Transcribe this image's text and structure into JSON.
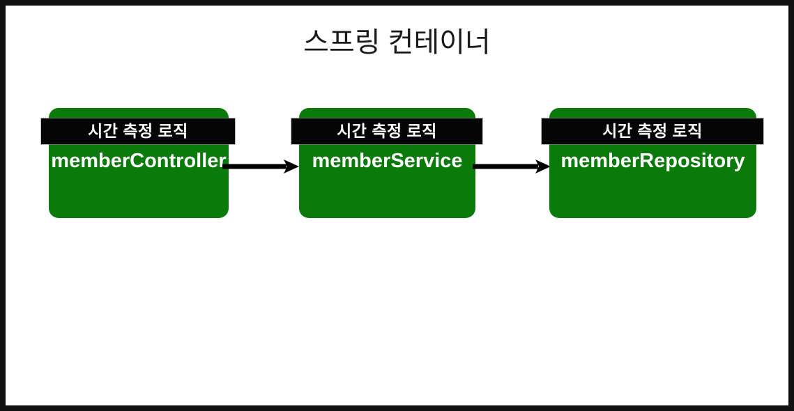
{
  "diagram": {
    "title": "스프링 컨테이너",
    "colors": {
      "frame": "#111111",
      "background": "#ffffff",
      "node_fill": "#0a7a0a",
      "banner_fill": "#050505",
      "node_text": "#ffffff",
      "arrow": "#000000",
      "title_text": "#1a1a1a"
    },
    "nodes": [
      {
        "id": "member-controller",
        "banner_label": "시간 측정 로직",
        "name": "memberController"
      },
      {
        "id": "member-service",
        "banner_label": "시간 측정 로직",
        "name": "memberService"
      },
      {
        "id": "member-repository",
        "banner_label": "시간 측정 로직",
        "name": "memberRepository"
      }
    ],
    "arrows": [
      {
        "id": "controller-to-service",
        "from": "memberController",
        "to": "memberService",
        "style": "solid-arrow-right"
      },
      {
        "id": "service-to-repository",
        "from": "memberService",
        "to": "memberRepository",
        "style": "solid-arrow-right"
      }
    ]
  }
}
